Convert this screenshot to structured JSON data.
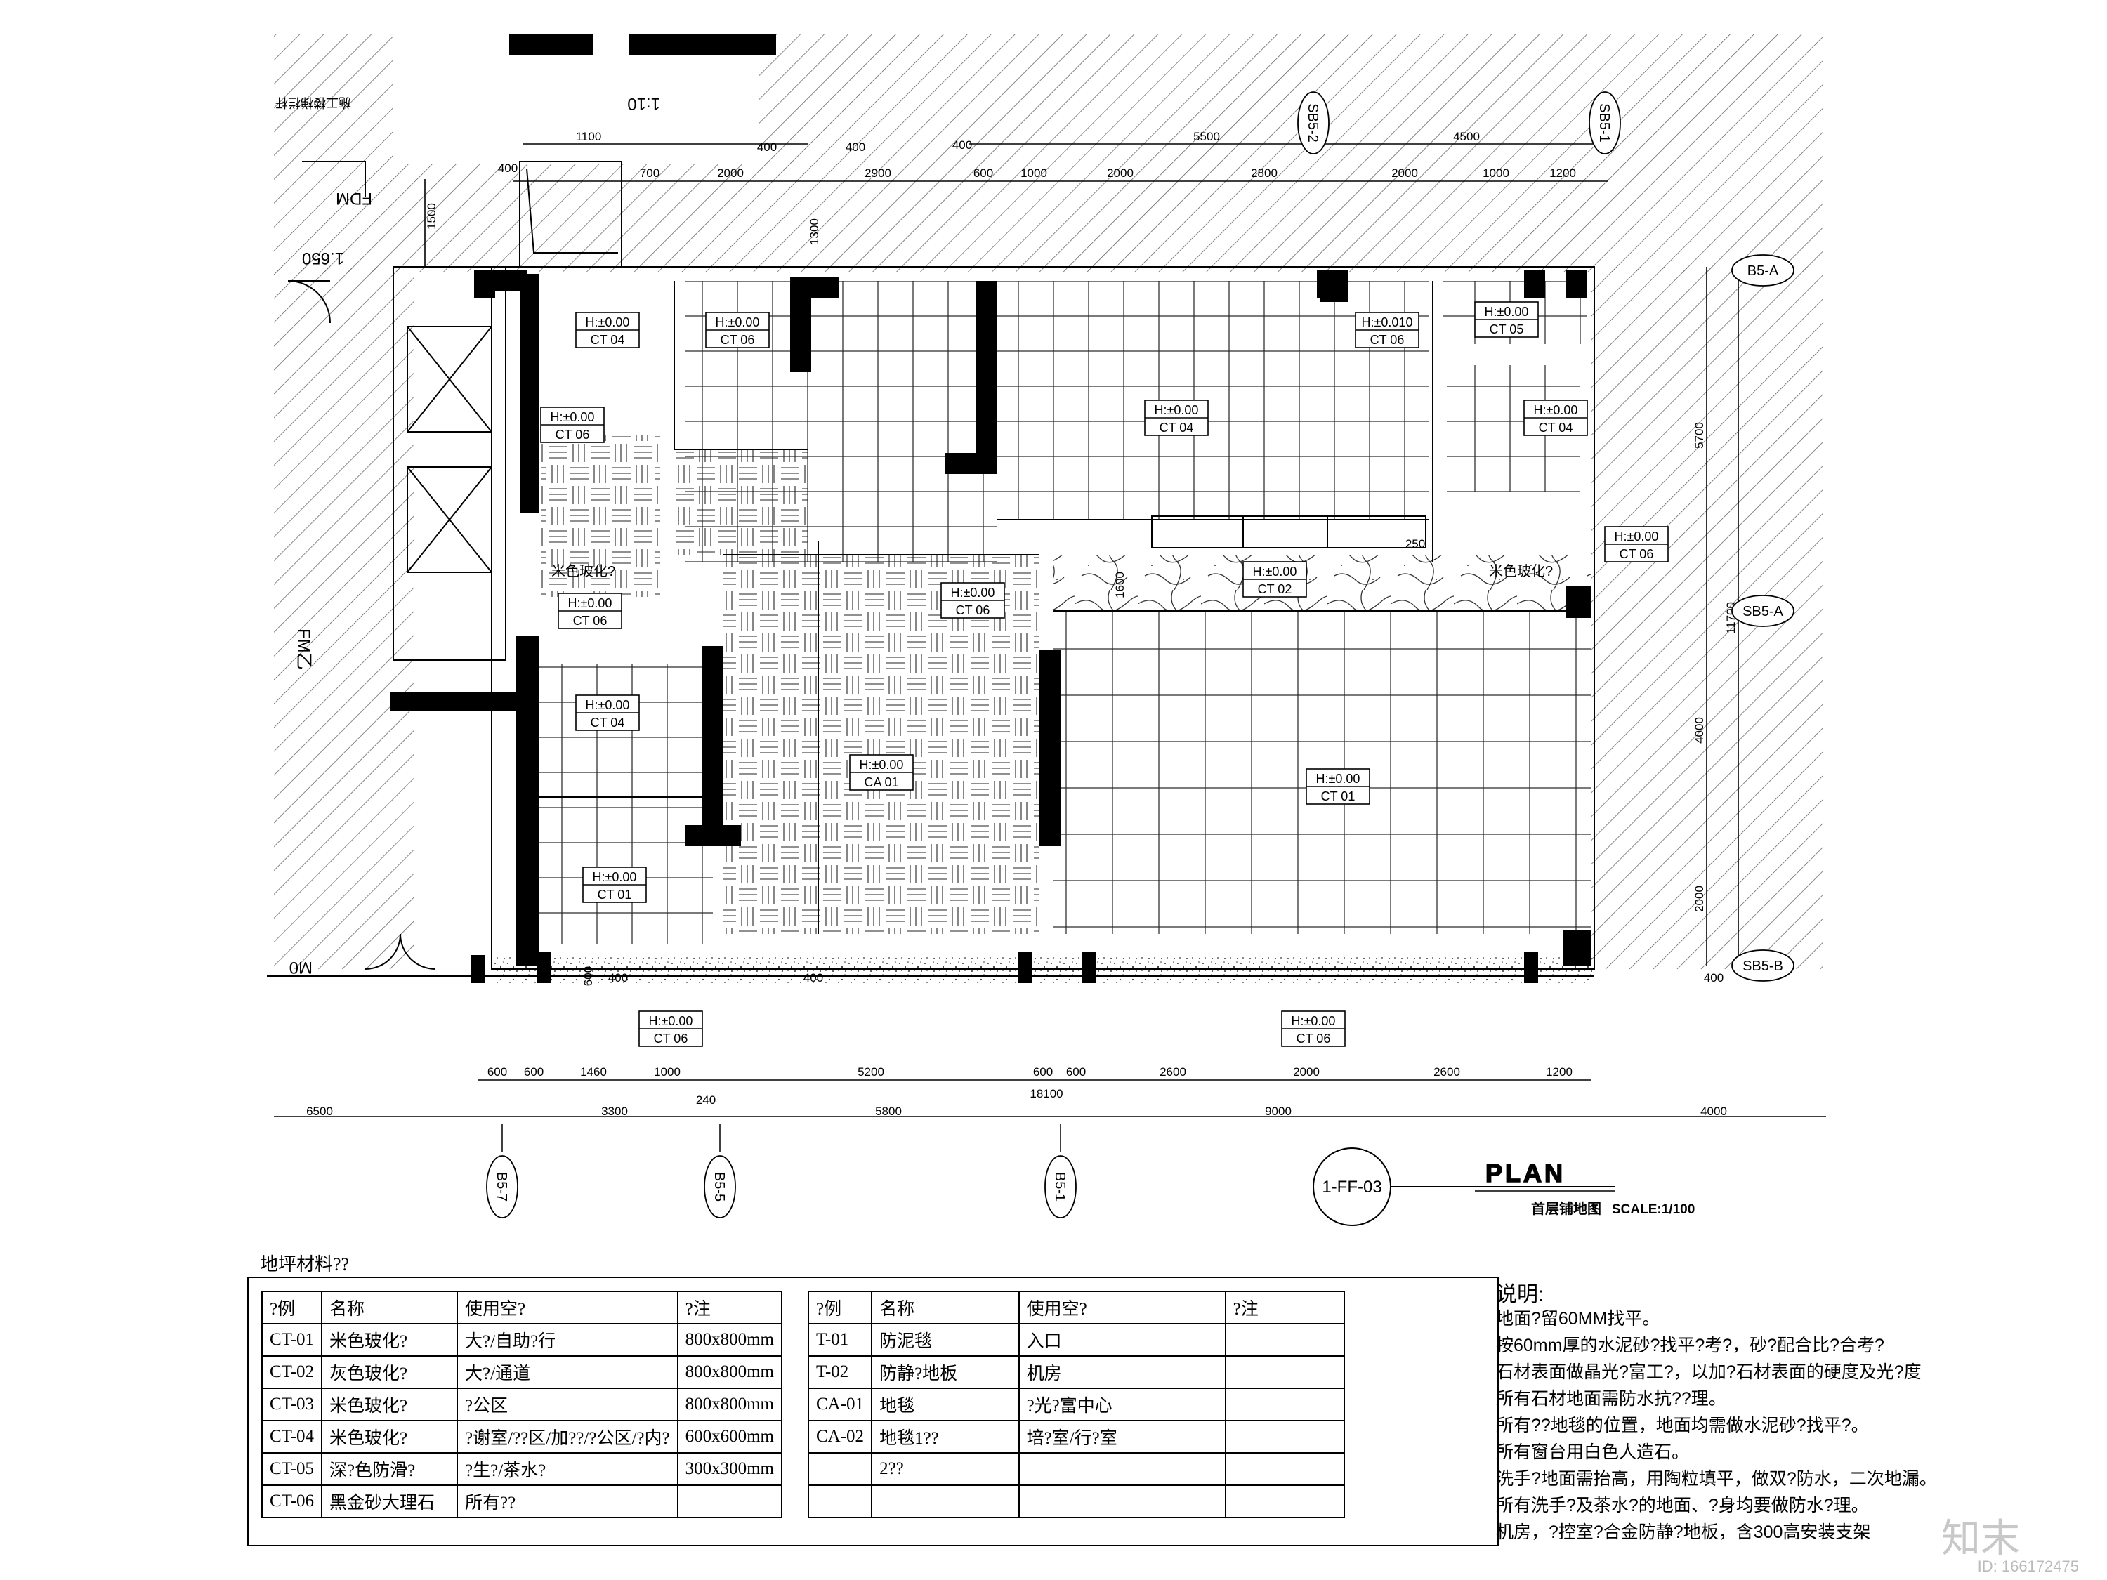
{
  "drawing": {
    "title_big": "PLAN",
    "title_cn": "首层铺地图",
    "scale": "SCALE:1/100",
    "sheet_id": "1-FF-03"
  },
  "grid_axes": {
    "bottom": [
      "B5-7",
      "B5-5",
      "B5-1"
    ],
    "top": [
      "SB5-2",
      "SB5-1"
    ],
    "right": [
      "B5-A",
      "SB5-A",
      "SB5-B"
    ]
  },
  "room_tags": [
    {
      "h": "H:±0.00",
      "c": "CT 04"
    },
    {
      "h": "H:±0.00",
      "c": "CT 06"
    },
    {
      "h": "H:±0.010",
      "c": "CT 06"
    },
    {
      "h": "H:±0.00",
      "c": "CT 05"
    },
    {
      "h": "H:±0.00",
      "c": "CT 06"
    },
    {
      "h": "H:±0.00",
      "c": "CT 04"
    },
    {
      "h": "H:±0.00",
      "c": "CT 04"
    },
    {
      "h": "H:±0.00",
      "c": "CT 06"
    },
    {
      "h": "H:±0.00",
      "c": "CT 02"
    },
    {
      "h": "H:±0.00",
      "c": "CT 06"
    },
    {
      "h": "H:±0.00",
      "c": "CT 06"
    },
    {
      "h": "H:±0.00",
      "c": "CT 04"
    },
    {
      "h": "H:±0.00",
      "c": "CA 01"
    },
    {
      "h": "H:±0.00",
      "c": "CT 01"
    },
    {
      "h": "H:±0.00",
      "c": "CT 01"
    },
    {
      "h": "H:±0.00",
      "c": "CT 06"
    },
    {
      "h": "H:±0.00",
      "c": "CT 06"
    }
  ],
  "dims": {
    "top_row1": [
      "1100",
      "400",
      "400",
      "400",
      "5500",
      "4500"
    ],
    "top_row2": [
      "400",
      "700",
      "2000",
      "2900",
      "600",
      "1000",
      "2000",
      "2800",
      "2000",
      "1000",
      "1200"
    ],
    "left": [
      "1500",
      "1300"
    ],
    "right": [
      "5700",
      "11700",
      "4000",
      "2000",
      "400"
    ],
    "inner": [
      "1600",
      "250",
      "400",
      "400",
      "600"
    ],
    "bottom_row1": [
      "600",
      "600",
      "1460",
      "1000",
      "5200",
      "600",
      "600",
      "2600",
      "2000",
      "2600",
      "1200"
    ],
    "bottom_total": "18100",
    "bottom_row2": [
      "6500",
      "3300",
      "240",
      "5800",
      "9000",
      "4000"
    ]
  },
  "annotations": {
    "rotated_left": [
      "1:10",
      "施工楼梯栏杆",
      "FDM",
      "1.650",
      "FM乙",
      "M0"
    ],
    "beige_label_1": "米色玻化?",
    "beige_label_2": "米色玻化?"
  },
  "material_table": {
    "title": "地坪材料??",
    "left": {
      "headers": [
        "?例",
        "名称",
        "使用空?",
        "?注"
      ],
      "rows": [
        [
          "CT-01",
          "米色玻化?",
          "大?/自助?行",
          "800x800mm"
        ],
        [
          "CT-02",
          "灰色玻化?",
          "大?/通道",
          "800x800mm"
        ],
        [
          "CT-03",
          "米色玻化?",
          "?公区",
          "800x800mm"
        ],
        [
          "CT-04",
          "米色玻化?",
          "?谢室/??区/加??/?公区/?内?",
          "600x600mm"
        ],
        [
          "CT-05",
          "深?色防滑?",
          "?生?/茶水?",
          "300x300mm"
        ],
        [
          "CT-06",
          "黑金砂大理石",
          "所有??",
          ""
        ]
      ]
    },
    "right": {
      "headers": [
        "?例",
        "名称",
        "使用空?",
        "?注"
      ],
      "rows": [
        [
          "T-01",
          "防泥毯",
          "入口",
          ""
        ],
        [
          "T-02",
          "防静?地板",
          "机房",
          ""
        ],
        [
          "CA-01",
          "地毯",
          "?光?富中心",
          ""
        ],
        [
          "CA-02",
          "地毯1??",
          "培?室/行?室",
          ""
        ],
        [
          "",
          "2??",
          "",
          ""
        ],
        [
          "",
          "",
          "",
          ""
        ]
      ]
    }
  },
  "notes": {
    "title": "说明:",
    "lines": [
      "地面?留60MM找平。",
      "按60mm厚的水泥砂?找平?考?，砂?配合比?合考?",
      "石材表面做晶光?富工?，以加?石材表面的硬度及光?度",
      "所有石材地面需防水抗??理。",
      "所有??地毯的位置，地面均需做水泥砂?找平?。",
      "所有窗台用白色人造石。",
      "洗手?地面需抬高，用陶粒填平，做双?防水，二次地漏。",
      "所有洗手?及茶水?的地面、?身均要做防水?理。",
      "机房，?控室?合金防静?地板，含300高安装支架"
    ]
  },
  "watermark": {
    "logo": "知末",
    "id": "ID: 166172475"
  }
}
